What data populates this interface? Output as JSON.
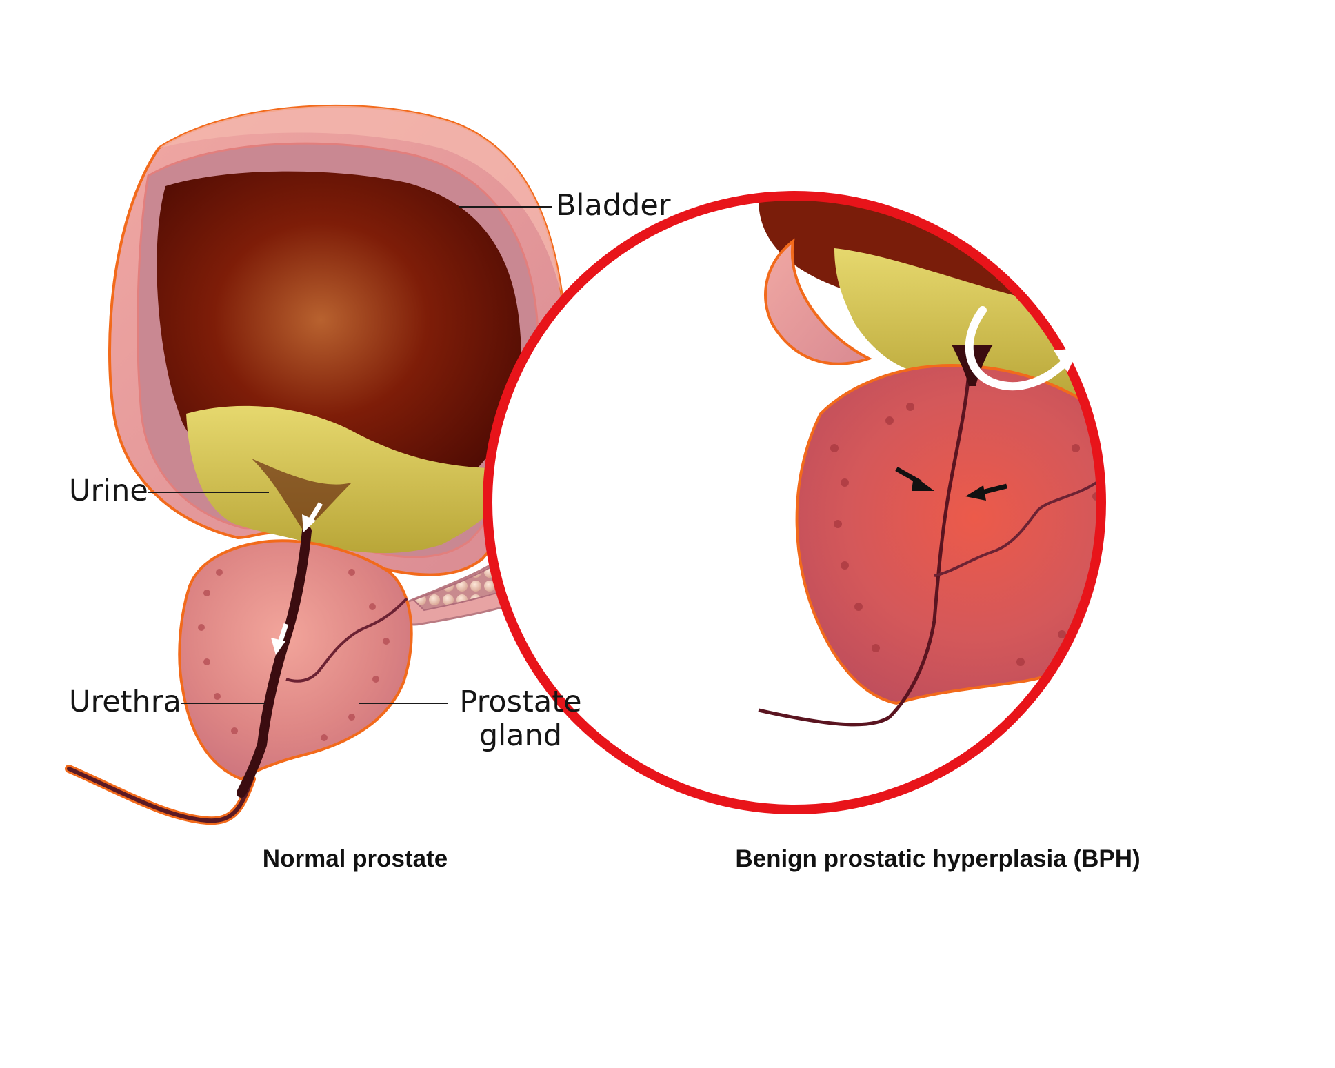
{
  "labels": {
    "bladder": "Bladder",
    "urine": "Urine",
    "urethra": "Urethra",
    "prostate_line1": "Prostate",
    "prostate_line2": "gland"
  },
  "captions": {
    "normal": "Normal prostate",
    "bph": "Benign prostatic hyperplasia (BPH)"
  },
  "colors": {
    "outline": "#f26a1b",
    "tissue": "#e9a3a0",
    "bladder_interior": "#6e1505",
    "urine": "#d8c655",
    "prostate": "#e07a76",
    "magnify_ring": "#e8141a",
    "urethra": "#3b0c10"
  },
  "icons": [
    "white-flow-arrow",
    "black-compression-arrow",
    "curved-retention-arrow"
  ]
}
